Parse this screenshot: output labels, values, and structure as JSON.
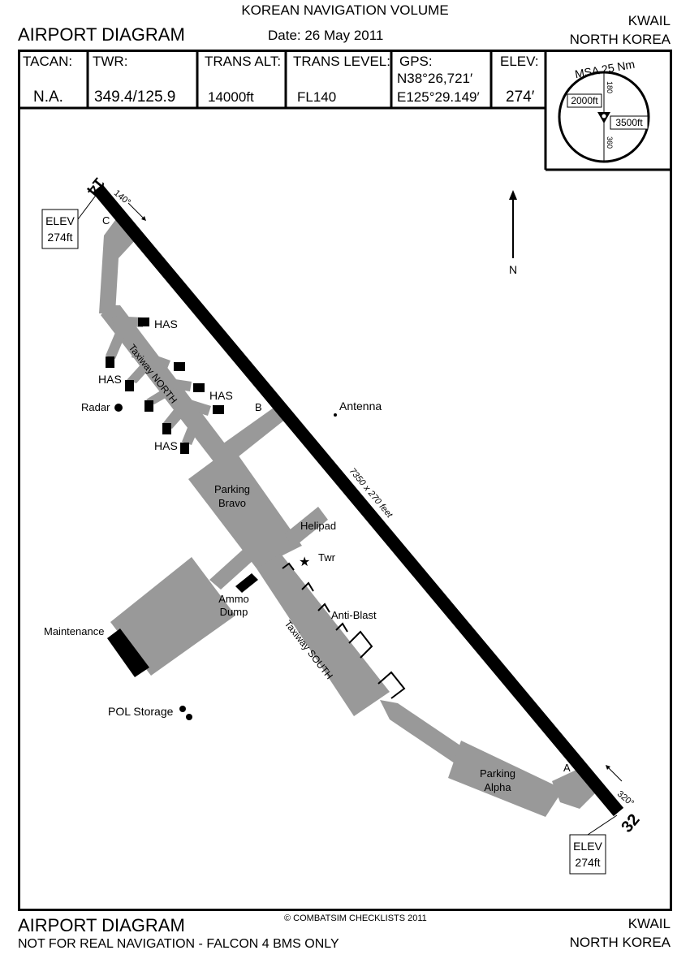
{
  "header": {
    "volume": "KOREAN NAVIGATION VOLUME",
    "title": "AIRPORT DIAGRAM",
    "date": "Date: 26 May 2011",
    "airport": "KWAIL",
    "country": "NORTH KOREA"
  },
  "info": {
    "tacan_label": "TACAN:",
    "tacan_value": "N.A.",
    "twr_label": "TWR:",
    "twr_value": "349.4/125.9",
    "trans_alt_label": "TRANS ALT:",
    "trans_alt_value": "14000ft",
    "trans_level_label": "TRANS LEVEL:",
    "trans_level_value": "FL140",
    "gps_label": "GPS:",
    "gps_lat": "N38°26,721′",
    "gps_lon": "E125°29.149′",
    "elev_label": "ELEV:",
    "elev_value": "274′"
  },
  "msa": {
    "title": "MSA 25 Nm",
    "sector_a_alt": "2000ft",
    "sector_b_alt": "3500ft",
    "bearing_top": "180",
    "bearing_bottom": "360"
  },
  "diagram": {
    "north": "N",
    "runway_end_nw": "14",
    "runway_end_se": "32",
    "heading_nw": "140°",
    "heading_se": "320°",
    "elev_nw_1": "ELEV",
    "elev_nw_2": "274ft",
    "elev_se_1": "ELEV",
    "elev_se_2": "274ft",
    "runway_dims": "7350 x 270 feet",
    "taxiway_a": "A",
    "taxiway_b": "B",
    "taxiway_c": "C",
    "taxiway_north": "Taxiway NORTH",
    "taxiway_south": "Taxiway SOUTH",
    "has_1": "HAS",
    "has_2": "HAS",
    "has_3": "HAS",
    "has_4": "HAS",
    "radar": "Radar",
    "antenna": "Antenna",
    "parking_bravo_1": "Parking",
    "parking_bravo_2": "Bravo",
    "parking_alpha_1": "Parking",
    "parking_alpha_2": "Alpha",
    "helipad": "Helipad",
    "tower": "Twr",
    "ammo_1": "Ammo",
    "ammo_2": "Dump",
    "anti_blast": "Anti-Blast",
    "maintenance": "Maintenance",
    "pol_storage": "POL Storage"
  },
  "footer": {
    "title": "AIRPORT DIAGRAM",
    "note": "NOT FOR REAL NAVIGATION - FALCON 4 BMS ONLY",
    "copyright": "© COMBATSIM CHECKLISTS 2011",
    "airport": "KWAIL",
    "country": "NORTH KOREA"
  },
  "colors": {
    "pavement": "#999999",
    "ink": "#000000",
    "paper": "#ffffff"
  }
}
